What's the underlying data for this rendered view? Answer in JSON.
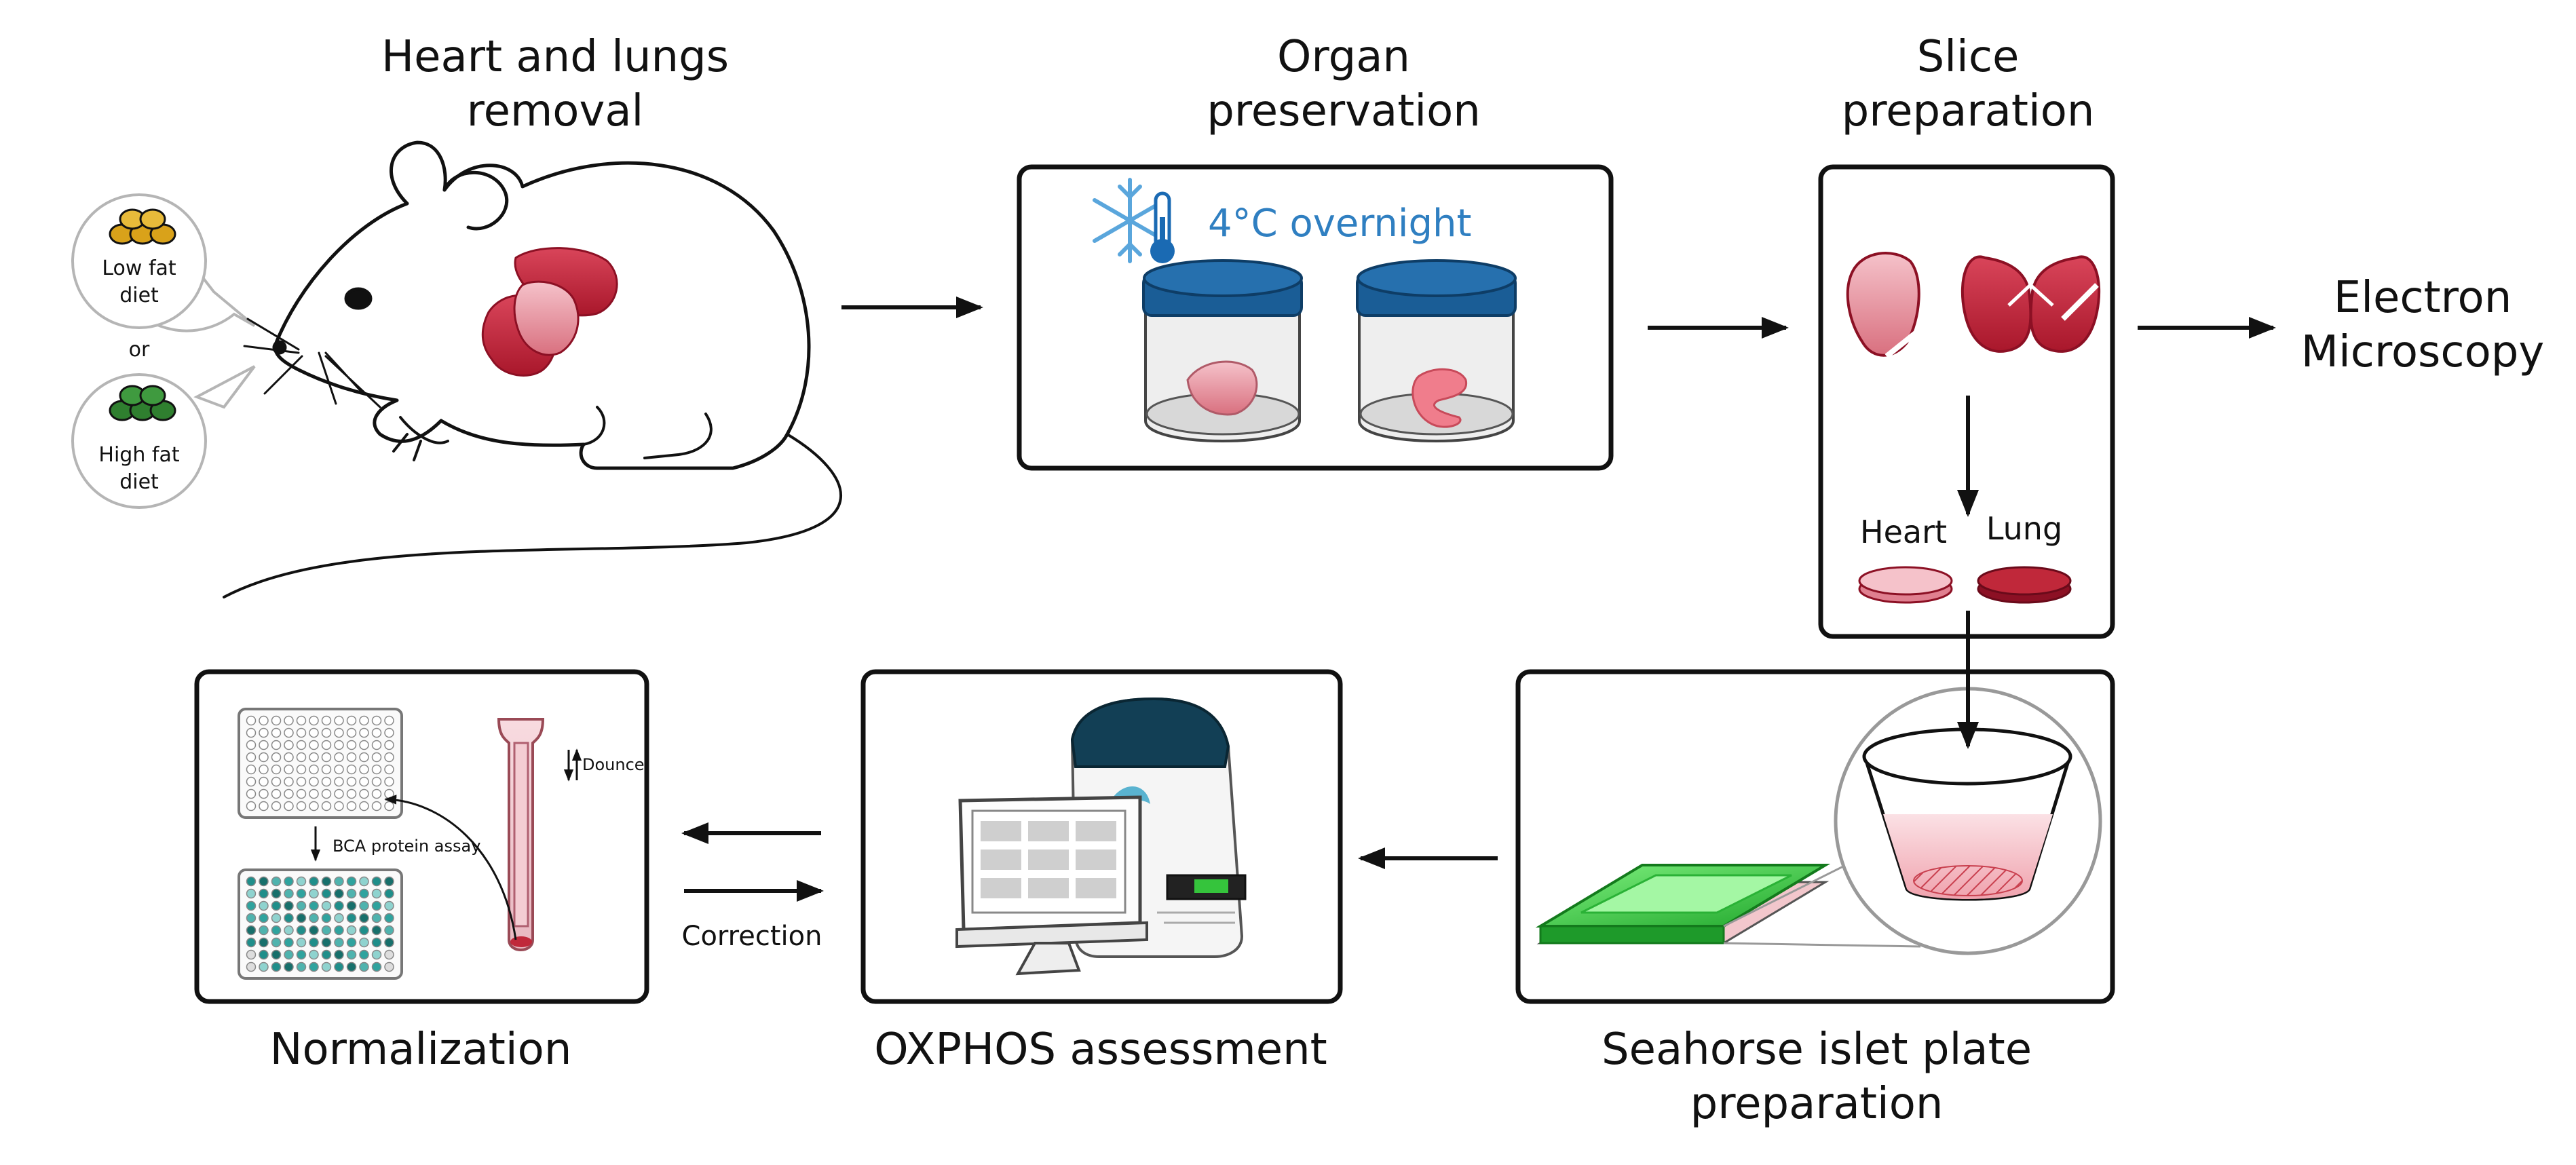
{
  "steps": {
    "removal": {
      "line1": "Heart and lungs",
      "line2": "removal"
    },
    "preservation": {
      "line1": "Organ",
      "line2": "preservation",
      "condition": "4°C overnight"
    },
    "slice": {
      "line1": "Slice",
      "line2": "preparation",
      "heart_label": "Heart",
      "lung_label": "Lung"
    },
    "electron": {
      "line1": "Electron",
      "line2": "Microscopy"
    },
    "seahorse": {
      "line1": "Seahorse islet plate",
      "line2": "preparation"
    },
    "oxphos": {
      "label": "OXPHOS assessment",
      "correction": "Correction"
    },
    "normalization": {
      "label": "Normalization",
      "dounce": "Dounce",
      "bca": "BCA protein assay"
    }
  },
  "diets": {
    "low": {
      "line1": "Low fat",
      "line2": "diet"
    },
    "or": "or",
    "high": {
      "line1": "High fat",
      "line2": "diet"
    }
  },
  "colors": {
    "organ_dark": "#c0283a",
    "organ_light": "#e88a96",
    "heart_pink": "#f2b6bf",
    "lid_blue": "#1a5d96",
    "snow_blue": "#5aa6dc",
    "plate_green": "#35c43c",
    "teal": "#1f8e8a",
    "seahorse_teal": "#123f55",
    "low_fat": "#d9a21a",
    "high_fat": "#2f7f2f"
  }
}
